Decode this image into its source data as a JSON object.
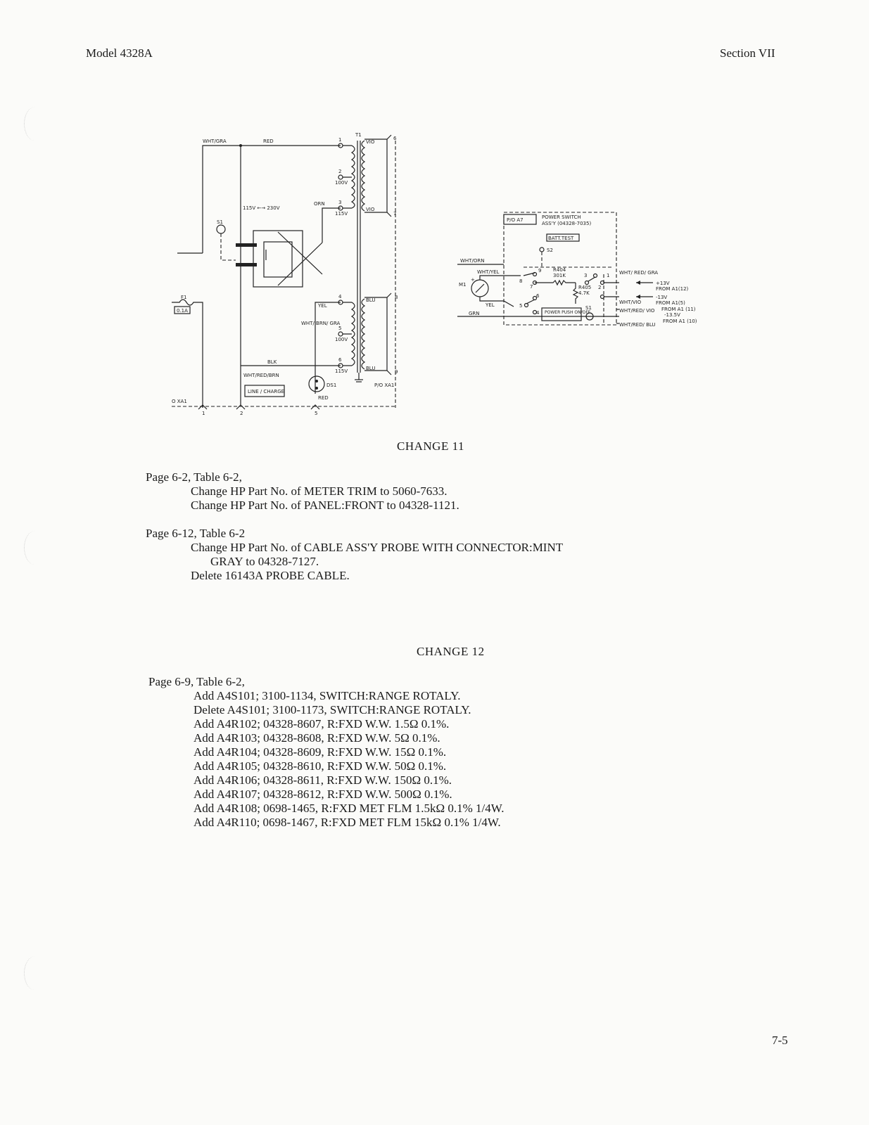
{
  "header": {
    "left": "Model 4328A",
    "right": "Section VII"
  },
  "footer": {
    "page_number": "7-5"
  },
  "schematic_left": {
    "labels": {
      "wht_gra": "WHT/GRA",
      "red": "RED",
      "t1": "T1",
      "p1": "1",
      "p2": "2",
      "p100v_a": "100V",
      "p3": "3",
      "p115v_a": "115V",
      "orn": "ORN",
      "vio_top": "VIO",
      "vio_bot": "VIO",
      "p6": "6",
      "p7": "7",
      "sw_115_230": "115V ←→ 230V",
      "s1": "S1",
      "f1": "F1",
      "f1_val": "0.1A",
      "yel": "YEL",
      "p4": "4",
      "blu_top": "BLU",
      "p8": "8",
      "wht_brn_gra": "WHT/ BRN/ GRA",
      "p5": "5",
      "p100v_b": "100V",
      "blk": "BLK",
      "p6b": "6",
      "p115v_b": "115V",
      "blu_bot": "BLU",
      "p9": "9",
      "wht_red_brn": "WHT/RED/BRN",
      "ds1": "DS1",
      "po_xa1": "P/O XA1",
      "line_charge": "LINE / CHARGE",
      "red_lamp": "RED",
      "oxa1": "O XA1",
      "n1": "1",
      "n2": "2",
      "n5": "5"
    }
  },
  "schematic_right": {
    "labels": {
      "po_a7": "P/O A7",
      "power_switch": "POWER SWITCH",
      "assy": "ASS'Y (04328-7035)",
      "batt_test": "BATT.TEST",
      "s2": "S2",
      "wht_orn": "WHT/ORN",
      "wht_yel": "WHT/YEL",
      "m1": "M1",
      "plus": "+",
      "yel": "YEL",
      "grn": "GRN",
      "r404": "R404",
      "r404_val": "301K",
      "r405": "R405",
      "r405_val": "4.7K",
      "n9": "9",
      "n8": "8",
      "n7": "7",
      "n3": "3",
      "n2": "2",
      "n1": "1",
      "n6": "6",
      "n5": "5",
      "n4": "4",
      "wht_red_gra": "WHT/ RED/ GRA",
      "plus13": "+13V",
      "from_a1_12": "FROM A1(12)",
      "minus13": "-13V",
      "wht_vio": "WHT/VIO",
      "from_a1_5": "FROM A1(5)",
      "s1": "S1",
      "power_push": "POWER PUSH ON/OFF",
      "wht_red_vio": "WHT/RED/ VIO",
      "from_a1_11": "FROM A1 (11)",
      "minus135": "-13.5V",
      "wht_red_blu": "WHT/RED/ BLU",
      "from_a1_10": "FROM A1 (10)"
    }
  },
  "change11": {
    "title": "CHANGE 11",
    "blocks": [
      {
        "page": "Page 6-2, Table 6-2,",
        "items": [
          "Change HP Part No. of METER TRIM to 5060-7633.",
          "Change HP Part No. of PANEL:FRONT to 04328-1121."
        ]
      },
      {
        "page": "Page 6-12, Table 6-2",
        "items": [
          "Change HP Part No. of CABLE ASS'Y PROBE WITH CONNECTOR:MINT"
        ],
        "continuation": "GRAY to 04328-7127.",
        "items2": [
          "Delete 16143A PROBE CABLE."
        ]
      }
    ]
  },
  "change12": {
    "title": "CHANGE 12",
    "page": "Page 6-9, Table 6-2,",
    "items": [
      "Add A4S101; 3100-1134, SWITCH:RANGE ROTALY.",
      "Delete A4S101; 3100-1173, SWITCH:RANGE ROTALY.",
      "Add A4R102; 04328-8607, R:FXD W.W. 1.5Ω 0.1%.",
      "Add A4R103; 04328-8608, R:FXD W.W. 5Ω 0.1%.",
      "Add A4R104; 04328-8609, R:FXD W.W. 15Ω 0.1%.",
      "Add A4R105; 04328-8610, R:FXD W.W. 50Ω 0.1%.",
      "Add A4R106; 04328-8611, R:FXD W.W. 150Ω 0.1%.",
      "Add A4R107; 04328-8612, R:FXD W.W. 500Ω 0.1%.",
      "Add A4R108; 0698-1465, R:FXD MET FLM 1.5kΩ 0.1% 1/4W.",
      "Add A4R110; 0698-1467, R:FXD MET FLM 15kΩ 0.1% 1/4W."
    ]
  }
}
